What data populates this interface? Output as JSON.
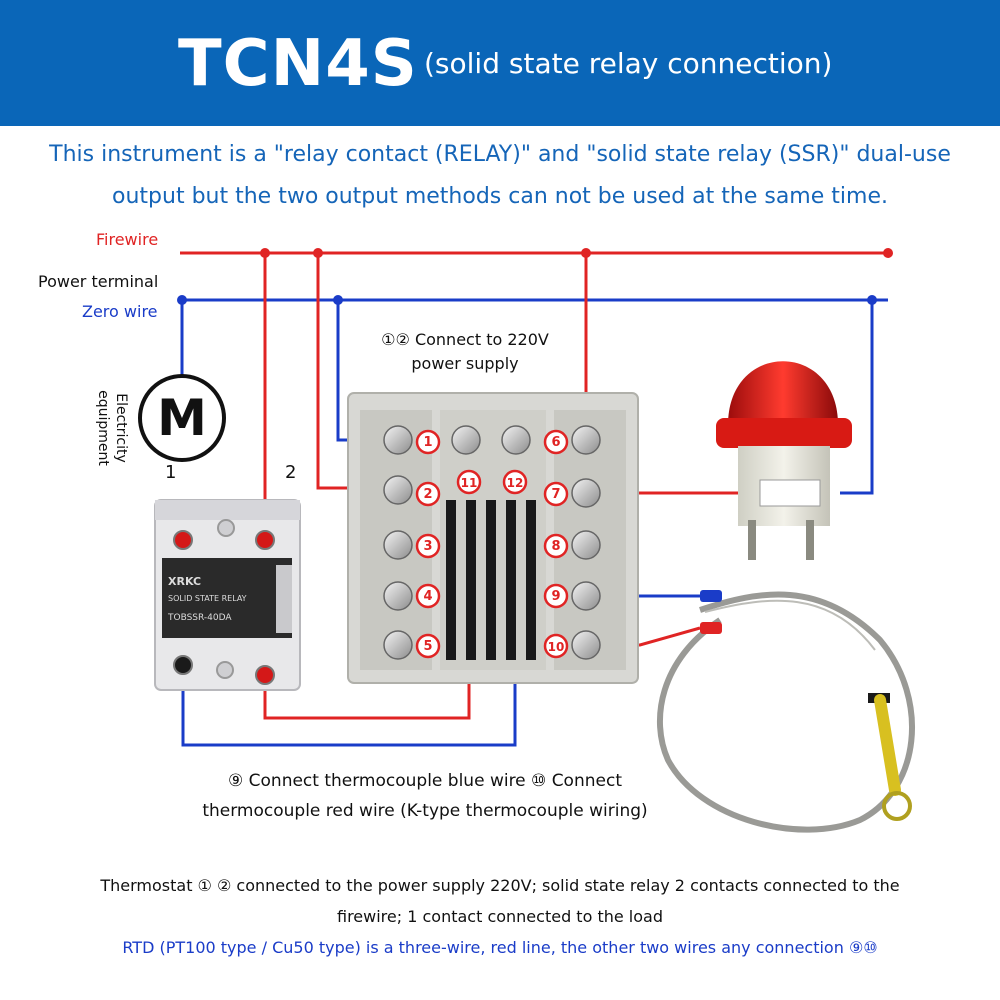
{
  "header": {
    "title": "TCN4S",
    "subtitle": "(solid state relay connection)"
  },
  "intro": {
    "line1": "This instrument is a \"relay contact (RELAY)\" and \"solid state relay (SSR)\" dual-use",
    "line2": "output but the two output methods can not be used at the same time."
  },
  "labels": {
    "firewire": "Firewire",
    "power_terminal": "Power terminal",
    "zero_wire": "Zero wire",
    "electricity_equipment": "Electricity equipment",
    "motor_symbol": "M",
    "contact_1": "1",
    "contact_2": "2",
    "connect_power_line1": "①② Connect to 220V",
    "connect_power_line2": "power supply",
    "thermo_line1": "⑨ Connect thermocouple blue wire ⑩ Connect",
    "thermo_line2": "thermocouple red wire (K-type thermocouple wiring)"
  },
  "ssr": {
    "brand": "XRKC",
    "name": "SOLID STATE RELAY",
    "model": "TOBSSR-40DA"
  },
  "terminals": [
    "1",
    "2",
    "3",
    "4",
    "5",
    "6",
    "7",
    "8",
    "9",
    "10",
    "11",
    "12"
  ],
  "notes": {
    "line1": "Thermostat ① ② connected to the power supply 220V; solid state relay 2 contacts connected to the",
    "line2": "firewire; 1 contact connected to the load",
    "line3": "RTD (PT100 type / Cu50 type) is a three-wire, red line, the other two wires any connection ⑨⑩"
  },
  "colors": {
    "header_bg": "#0a66b8",
    "firewire": "#e02424",
    "zero_wire": "#1a3cc8",
    "intro_text": "#1565b8"
  }
}
